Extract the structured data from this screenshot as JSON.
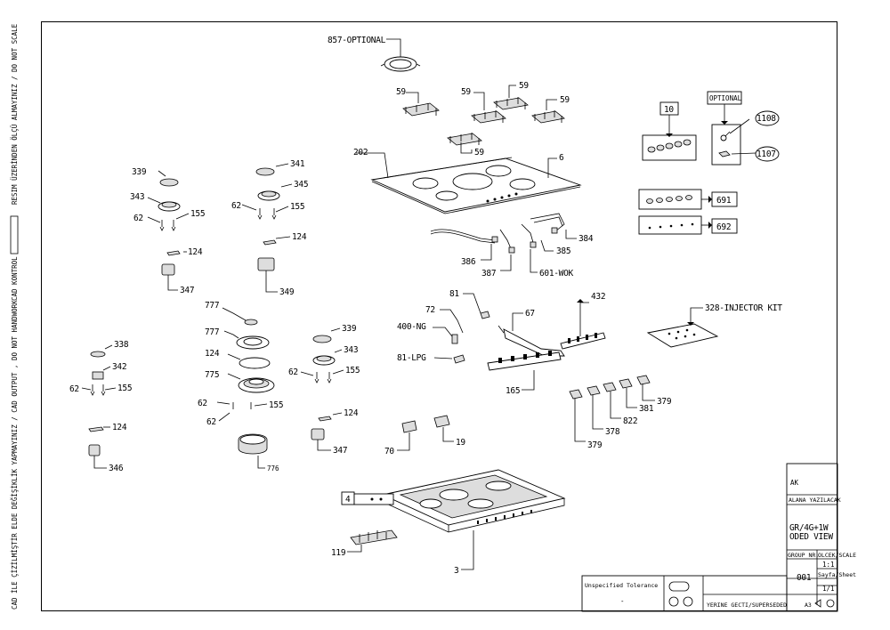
{
  "side_text": {
    "s1": "RESIM ÜZERİNDEN ÖLÇÜ ALMAYINIZ / DO NOT SCALE",
    "s2": "CAD KONTROL",
    "s3": "CAD İLE ÇİZİLMİŞTİR ELDE DEĞİŞİKLİK YAPMAYINIZ / CAD OUTPUT , DO NOT HANDWORK"
  },
  "labels": {
    "p857": "857-OPTIONAL",
    "p59a": "59",
    "p59b": "59",
    "p59c": "59",
    "p59d": "59",
    "p59e": "59",
    "p10": "10",
    "optional": "OPTIONAL",
    "p1108": "1108",
    "p1107": "1107",
    "p202": "202",
    "p6": "6",
    "p691": "691",
    "p692": "692",
    "p339a": "339",
    "p343a": "343",
    "p62a": "62",
    "p155a": "155",
    "p124a": "124",
    "p347a": "347",
    "p341": "341",
    "p345": "345",
    "p62b": "62",
    "p155b": "155",
    "p124b": "124",
    "p349": "349",
    "p384": "384",
    "p385": "385",
    "p386": "386",
    "p387": "387",
    "p601": "601-WOK",
    "p81": "81",
    "p72": "72",
    "p400": "400-NG",
    "p81lpg": "81-LPG",
    "p67": "67",
    "p432": "432",
    "p328": "328-INJECTOR KIT",
    "p165": "165",
    "p777a": "777",
    "p777b": "777",
    "p124c": "124",
    "p775": "775",
    "p62c": "62",
    "p155c": "155",
    "p62d": "62",
    "p776": "776",
    "p339b": "339",
    "p343b": "343",
    "p62e": "62",
    "p155d": "155",
    "p124d": "124",
    "p347b": "347",
    "p338": "338",
    "p342": "342",
    "p62f": "62",
    "p155e": "155",
    "p124e": "124",
    "p346": "346",
    "p70": "70",
    "p19": "19",
    "p379a": "379",
    "p381": "381",
    "p822": "822",
    "p378": "378",
    "p379b": "379",
    "p4": "4",
    "p119": "119",
    "p3": "3"
  },
  "title_block": {
    "t1": "AK",
    "t2": "ALANA YAZILACAK",
    "t3": "GR/4G+1W",
    "t4": "ODED VIEW",
    "t5": "GROUP NR.",
    "t6": "OLCEK/SCALE",
    "t7": "1:1",
    "t8": "Sayfa/Sheet",
    "t9": "1/1",
    "t10": "001",
    "tolerance": "Unspecified Tolerance",
    "tolerance_val": "-",
    "superseded": "YERINE GECTI/SUPERSEDED",
    "size": "A3"
  }
}
